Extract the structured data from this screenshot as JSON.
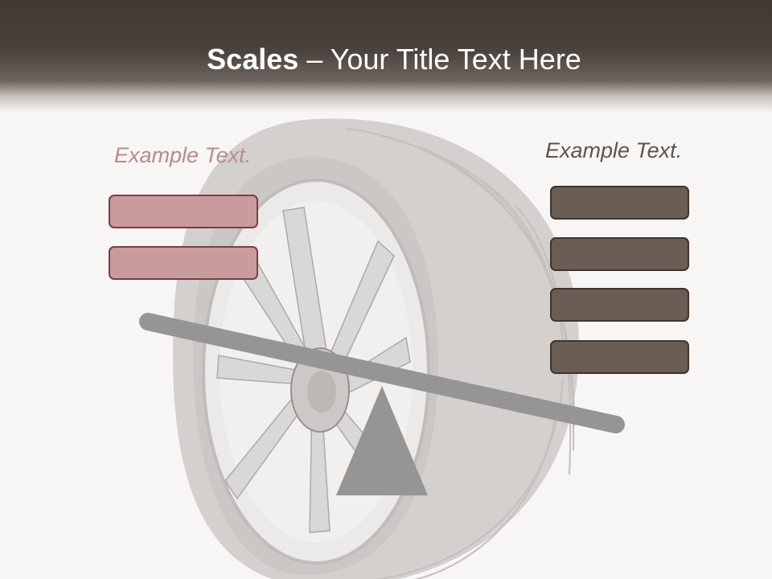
{
  "title": {
    "bold": "Scales",
    "rest": " – Your Title Text Here"
  },
  "left": {
    "caption": "Example Text.",
    "box_count": 2
  },
  "right": {
    "caption": "Example Text.",
    "box_count": 4
  },
  "colors": {
    "header": "#4a423c",
    "background": "#f7f6f4",
    "left_caption": "#b98c8c",
    "left_box_fill": "#c99b9c",
    "left_box_border": "#7a3f44",
    "right_caption": "#5e544c",
    "right_box_fill": "#6a5d53",
    "right_box_border": "#3d3430",
    "beam": "#959595",
    "fulcrum": "#959595"
  },
  "illustration": "tire-and-rim"
}
